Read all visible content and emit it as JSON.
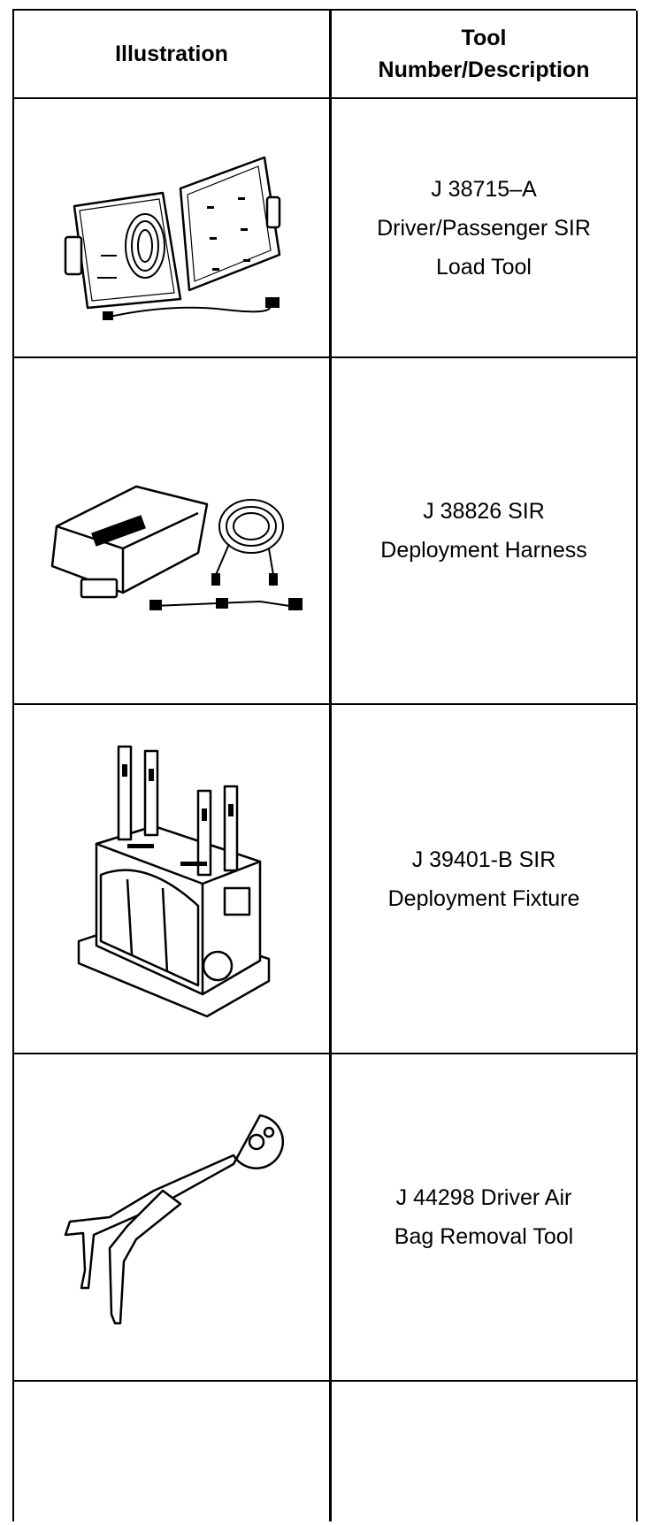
{
  "header": {
    "illustration_label": "Illustration",
    "description_label": "Tool\nNumber/Description"
  },
  "tools": [
    {
      "description": "J 38715–A\nDriver/Passenger SIR\nLoad Tool",
      "icon": "load-tool-case-illustration"
    },
    {
      "description": "J 38826 SIR\nDeployment Harness",
      "icon": "deployment-harness-illustration"
    },
    {
      "description": "J 39401-B SIR\nDeployment Fixture",
      "icon": "deployment-fixture-illustration"
    },
    {
      "description": "J 44298 Driver Air\nBag Removal Tool",
      "icon": "removal-tool-illustration"
    }
  ]
}
